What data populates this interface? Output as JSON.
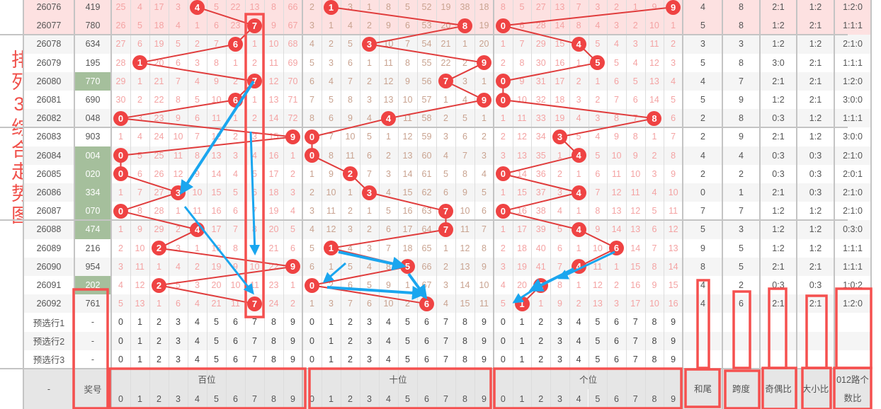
{
  "title": "排列3综合走势图",
  "colors": {
    "ball": "#ef4343",
    "line": "#e03c3c",
    "annotation_box": "#f5504f",
    "arrow": "#1aa6ef",
    "group3_bg": "#a5bf9c",
    "recent_bg": "#fde1e1"
  },
  "rows": [
    {
      "issue": "26076",
      "number": "419",
      "recent": true,
      "group3": false,
      "hundreds": [
        25,
        4,
        17,
        3,
        4,
        5,
        22,
        13,
        8,
        66
      ],
      "tens": [
        2,
        1,
        3,
        1,
        8,
        5,
        52,
        19,
        38,
        18
      ],
      "units": [
        8,
        5,
        27,
        13,
        7,
        3,
        2,
        1,
        9,
        9
      ],
      "sum_tail": "4",
      "span": "8",
      "odd_even": "2:1",
      "big_small": "1:2",
      "route012": "1:2:0"
    },
    {
      "issue": "26077",
      "number": "780",
      "recent": true,
      "group3": false,
      "hundreds": [
        26,
        5,
        18,
        4,
        1,
        6,
        23,
        7,
        9,
        67
      ],
      "tens": [
        3,
        1,
        4,
        2,
        9,
        6,
        53,
        20,
        8,
        19
      ],
      "units": [
        0,
        6,
        28,
        14,
        8,
        4,
        3,
        2,
        10,
        1
      ],
      "sum_tail": "5",
      "span": "8",
      "odd_even": "1:2",
      "big_small": "2:1",
      "route012": "1:1:1"
    },
    {
      "issue": "26078",
      "number": "634",
      "recent": false,
      "group3": false,
      "hundreds": [
        27,
        6,
        19,
        5,
        2,
        7,
        6,
        1,
        10,
        68
      ],
      "tens": [
        4,
        2,
        5,
        3,
        10,
        7,
        54,
        21,
        1,
        20
      ],
      "units": [
        1,
        7,
        29,
        15,
        4,
        5,
        4,
        3,
        11,
        2
      ],
      "sum_tail": "3",
      "span": "3",
      "odd_even": "1:2",
      "big_small": "1:2",
      "route012": "2:1:0"
    },
    {
      "issue": "26079",
      "number": "195",
      "recent": false,
      "group3": false,
      "hundreds": [
        28,
        1,
        20,
        6,
        3,
        8,
        1,
        2,
        11,
        69
      ],
      "tens": [
        5,
        3,
        6,
        1,
        11,
        8,
        55,
        22,
        2,
        9
      ],
      "units": [
        2,
        8,
        30,
        16,
        1,
        5,
        5,
        4,
        12,
        3
      ],
      "sum_tail": "5",
      "span": "8",
      "odd_even": "3:0",
      "big_small": "2:1",
      "route012": "1:1:1"
    },
    {
      "issue": "26080",
      "number": "770",
      "recent": false,
      "group3": true,
      "hundreds": [
        29,
        1,
        21,
        7,
        4,
        9,
        2,
        7,
        12,
        70
      ],
      "tens": [
        6,
        4,
        7,
        2,
        12,
        9,
        56,
        7,
        3,
        1
      ],
      "units": [
        0,
        9,
        31,
        17,
        2,
        1,
        6,
        5,
        13,
        4
      ],
      "sum_tail": "4",
      "span": "7",
      "odd_even": "2:1",
      "big_small": "2:1",
      "route012": "1:2:0"
    },
    {
      "issue": "26081",
      "number": "690",
      "recent": false,
      "group3": false,
      "hundreds": [
        30,
        2,
        22,
        8,
        5,
        10,
        6,
        1,
        13,
        71
      ],
      "tens": [
        7,
        5,
        8,
        3,
        13,
        10,
        57,
        1,
        4,
        9
      ],
      "units": [
        0,
        10,
        32,
        18,
        3,
        2,
        7,
        6,
        14,
        5
      ],
      "sum_tail": "5",
      "span": "9",
      "odd_even": "1:2",
      "big_small": "2:1",
      "route012": "3:0:0"
    },
    {
      "issue": "26082",
      "number": "048",
      "recent": false,
      "group3": false,
      "hundreds": [
        0,
        3,
        23,
        9,
        6,
        11,
        1,
        2,
        14,
        72
      ],
      "tens": [
        8,
        6,
        9,
        4,
        4,
        11,
        58,
        2,
        5,
        1
      ],
      "units": [
        1,
        11,
        33,
        19,
        4,
        3,
        8,
        7,
        8,
        6
      ],
      "sum_tail": "2",
      "span": "8",
      "odd_even": "0:3",
      "big_small": "1:2",
      "route012": "1:1:1"
    },
    {
      "issue": "26083",
      "number": "903",
      "recent": false,
      "group3": false,
      "hundreds": [
        1,
        4,
        24,
        10,
        7,
        12,
        2,
        3,
        15,
        9
      ],
      "tens": [
        0,
        7,
        10,
        5,
        1,
        12,
        59,
        3,
        6,
        2
      ],
      "units": [
        2,
        12,
        34,
        3,
        5,
        4,
        9,
        8,
        1,
        7
      ],
      "sum_tail": "2",
      "span": "9",
      "odd_even": "2:1",
      "big_small": "1:2",
      "route012": "3:0:0"
    },
    {
      "issue": "26084",
      "number": "004",
      "recent": false,
      "group3": true,
      "hundreds": [
        0,
        5,
        25,
        11,
        8,
        13,
        3,
        4,
        16,
        1
      ],
      "tens": [
        0,
        8,
        11,
        6,
        2,
        13,
        60,
        4,
        7,
        3
      ],
      "units": [
        3,
        13,
        35,
        1,
        4,
        5,
        10,
        9,
        2,
        8
      ],
      "sum_tail": "4",
      "span": "4",
      "odd_even": "0:3",
      "big_small": "0:3",
      "route012": "2:1:0"
    },
    {
      "issue": "26085",
      "number": "020",
      "recent": false,
      "group3": true,
      "hundreds": [
        0,
        6,
        26,
        12,
        9,
        14,
        4,
        5,
        17,
        2
      ],
      "tens": [
        1,
        9,
        2,
        7,
        3,
        14,
        61,
        5,
        8,
        4
      ],
      "units": [
        0,
        14,
        36,
        2,
        1,
        6,
        11,
        10,
        3,
        9
      ],
      "sum_tail": "2",
      "span": "2",
      "odd_even": "0:3",
      "big_small": "0:3",
      "route012": "2:0:1"
    },
    {
      "issue": "26086",
      "number": "334",
      "recent": false,
      "group3": true,
      "hundreds": [
        1,
        7,
        27,
        3,
        10,
        15,
        5,
        6,
        18,
        3
      ],
      "tens": [
        2,
        10,
        1,
        3,
        4,
        15,
        62,
        6,
        9,
        5
      ],
      "units": [
        1,
        15,
        37,
        3,
        4,
        7,
        12,
        11,
        4,
        10
      ],
      "sum_tail": "0",
      "span": "1",
      "odd_even": "2:1",
      "big_small": "0:3",
      "route012": "2:1:0"
    },
    {
      "issue": "26087",
      "number": "070",
      "recent": false,
      "group3": true,
      "hundreds": [
        0,
        8,
        28,
        1,
        11,
        16,
        6,
        7,
        19,
        4
      ],
      "tens": [
        3,
        11,
        2,
        1,
        5,
        16,
        63,
        7,
        10,
        6
      ],
      "units": [
        0,
        16,
        38,
        4,
        1,
        8,
        13,
        12,
        5,
        11
      ],
      "sum_tail": "7",
      "span": "7",
      "odd_even": "1:2",
      "big_small": "1:2",
      "route012": "2:1:0"
    },
    {
      "issue": "26088",
      "number": "474",
      "recent": false,
      "group3": true,
      "hundreds": [
        1,
        9,
        29,
        2,
        4,
        17,
        7,
        8,
        20,
        5
      ],
      "tens": [
        4,
        12,
        3,
        2,
        6,
        17,
        64,
        7,
        11,
        7
      ],
      "units": [
        1,
        17,
        39,
        5,
        4,
        9,
        14,
        13,
        6,
        12
      ],
      "sum_tail": "5",
      "span": "3",
      "odd_even": "1:2",
      "big_small": "1:2",
      "route012": "0:3:0"
    },
    {
      "issue": "26089",
      "number": "216",
      "recent": false,
      "group3": false,
      "hundreds": [
        2,
        10,
        2,
        3,
        1,
        18,
        8,
        9,
        21,
        6
      ],
      "tens": [
        5,
        1,
        4,
        3,
        7,
        18,
        65,
        1,
        12,
        8
      ],
      "units": [
        2,
        18,
        40,
        6,
        1,
        10,
        6,
        14,
        7,
        13
      ],
      "sum_tail": "9",
      "span": "5",
      "odd_even": "1:2",
      "big_small": "1:2",
      "route012": "1:1:1"
    },
    {
      "issue": "26090",
      "number": "954",
      "recent": false,
      "group3": false,
      "hundreds": [
        3,
        11,
        1,
        4,
        2,
        19,
        9,
        10,
        22,
        9
      ],
      "tens": [
        6,
        1,
        5,
        4,
        8,
        5,
        66,
        2,
        13,
        9
      ],
      "units": [
        3,
        19,
        41,
        7,
        4,
        11,
        1,
        15,
        8,
        14
      ],
      "sum_tail": "8",
      "span": "5",
      "odd_even": "2:1",
      "big_small": "2:1",
      "route012": "1:1:1"
    },
    {
      "issue": "26091",
      "number": "202",
      "recent": false,
      "group3": true,
      "hundreds": [
        4,
        12,
        2,
        5,
        3,
        20,
        10,
        11,
        23,
        1
      ],
      "tens": [
        0,
        2,
        6,
        5,
        9,
        1,
        67,
        3,
        14,
        10
      ],
      "units": [
        4,
        20,
        2,
        8,
        1,
        12,
        2,
        16,
        9,
        15
      ],
      "sum_tail": "4",
      "span": "2",
      "odd_even": "0:3",
      "big_small": "0:3",
      "route012": "1:0:2"
    },
    {
      "issue": "26092",
      "number": "761",
      "recent": false,
      "group3": false,
      "hundreds": [
        5,
        13,
        1,
        6,
        4,
        21,
        11,
        7,
        24,
        2
      ],
      "tens": [
        1,
        3,
        7,
        6,
        10,
        2,
        6,
        4,
        15,
        11
      ],
      "units": [
        5,
        1,
        1,
        9,
        2,
        13,
        3,
        17,
        10,
        16
      ],
      "sum_tail": "4",
      "span": "6",
      "odd_even": "2:1",
      "big_small": "2:1",
      "route012": "1:2:0"
    }
  ],
  "preselect": {
    "rows": [
      {
        "label": "预选行1",
        "number": "-"
      },
      {
        "label": "预选行2",
        "number": "-"
      },
      {
        "label": "预选行3",
        "number": "-"
      }
    ],
    "digits": [
      "0",
      "1",
      "2",
      "3",
      "4",
      "5",
      "6",
      "7",
      "8",
      "9"
    ]
  },
  "footer": {
    "issue": "-",
    "number": "奖号",
    "hundreds": "百位",
    "tens": "十位",
    "units": "个位",
    "digits": [
      "0",
      "1",
      "2",
      "3",
      "4",
      "5",
      "6",
      "7",
      "8",
      "9"
    ],
    "sum_tail": "和尾",
    "span": "跨度",
    "odd_even": "奇偶比",
    "big_small": "大小比",
    "route012": "012路个数比"
  }
}
